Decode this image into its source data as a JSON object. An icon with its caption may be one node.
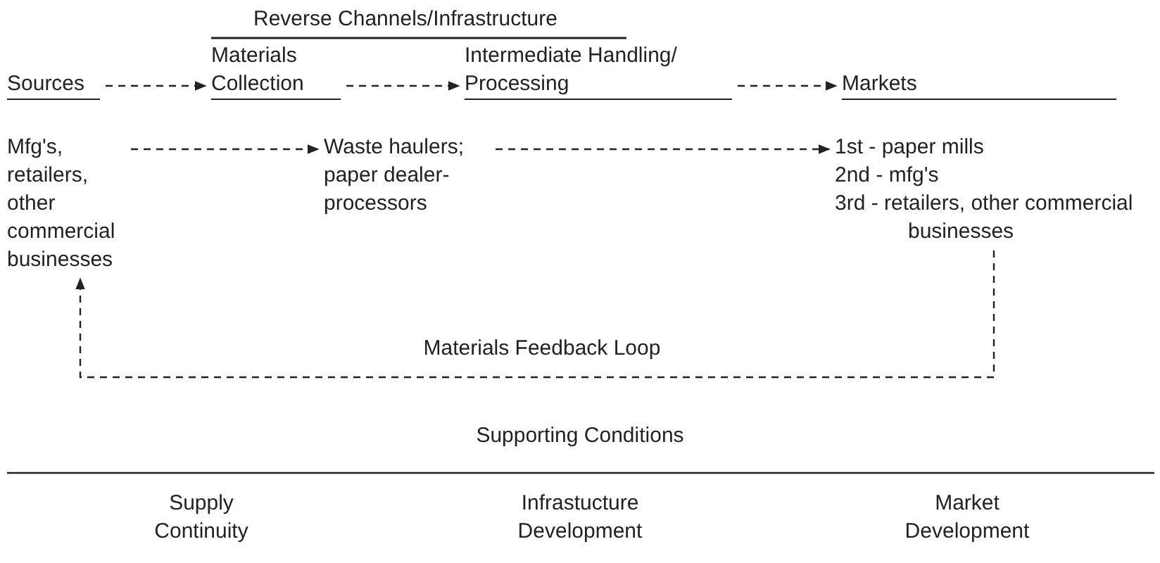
{
  "diagram": {
    "nodes": [
      {
        "text": [
          "Sources"
        ]
      },
      {
        "text": [
          "Materials Collection"
        ]
      },
      {
        "text": [
          "Intermediate Handling/ Processing"
        ]
      },
      {
        "text": [
          "Markets"
        ]
      },
      {
        "text": [
          "Mfg's, retailers, other commercial businesses"
        ]
      },
      {
        "text": [
          "Waste haulers; paper dealer-processors"
        ]
      },
      {
        "text": [
          "1st - paper mills",
          "2nd - mfg's",
          "3rd - retailers, other commercial businesses"
        ]
      }
    ],
    "edges": [
      {
        "from": 0,
        "to": 1,
        "arrow": "to",
        "style": "dashed"
      },
      {
        "from": 1,
        "to": 2,
        "arrow": "to",
        "style": "dashed"
      },
      {
        "from": 2,
        "to": 3,
        "arrow": "to",
        "style": "dashed"
      },
      {
        "from": 4,
        "to": 5,
        "arrow": "to",
        "style": "dashed"
      },
      {
        "from": 5,
        "to": 6,
        "arrow": "to",
        "style": "dashed"
      },
      {
        "from": 6,
        "to": 4,
        "arrow": "to",
        "style": "dashed",
        "label": "Materials Feedback Loop"
      }
    ],
    "labels": [
      "Reverse Channels/Infrastructure",
      "Supporting Conditions",
      "Supply Continuity",
      "Infrastucture Development",
      "Market Development"
    ]
  }
}
